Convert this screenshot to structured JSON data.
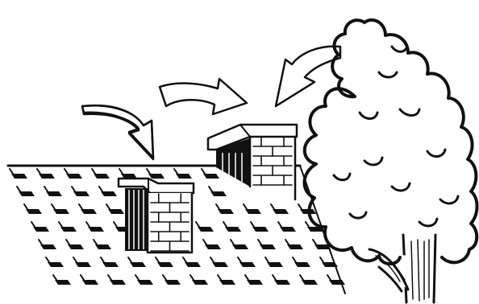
{
  "illustration": {
    "elements": [
      "roof",
      "shingles",
      "short-chimney",
      "tall-chimney",
      "wind-arrow-left",
      "wind-arrow-middle",
      "wind-arrow-right",
      "tree"
    ],
    "colors": {
      "ink": "#111111",
      "background": "#ffffff"
    }
  }
}
